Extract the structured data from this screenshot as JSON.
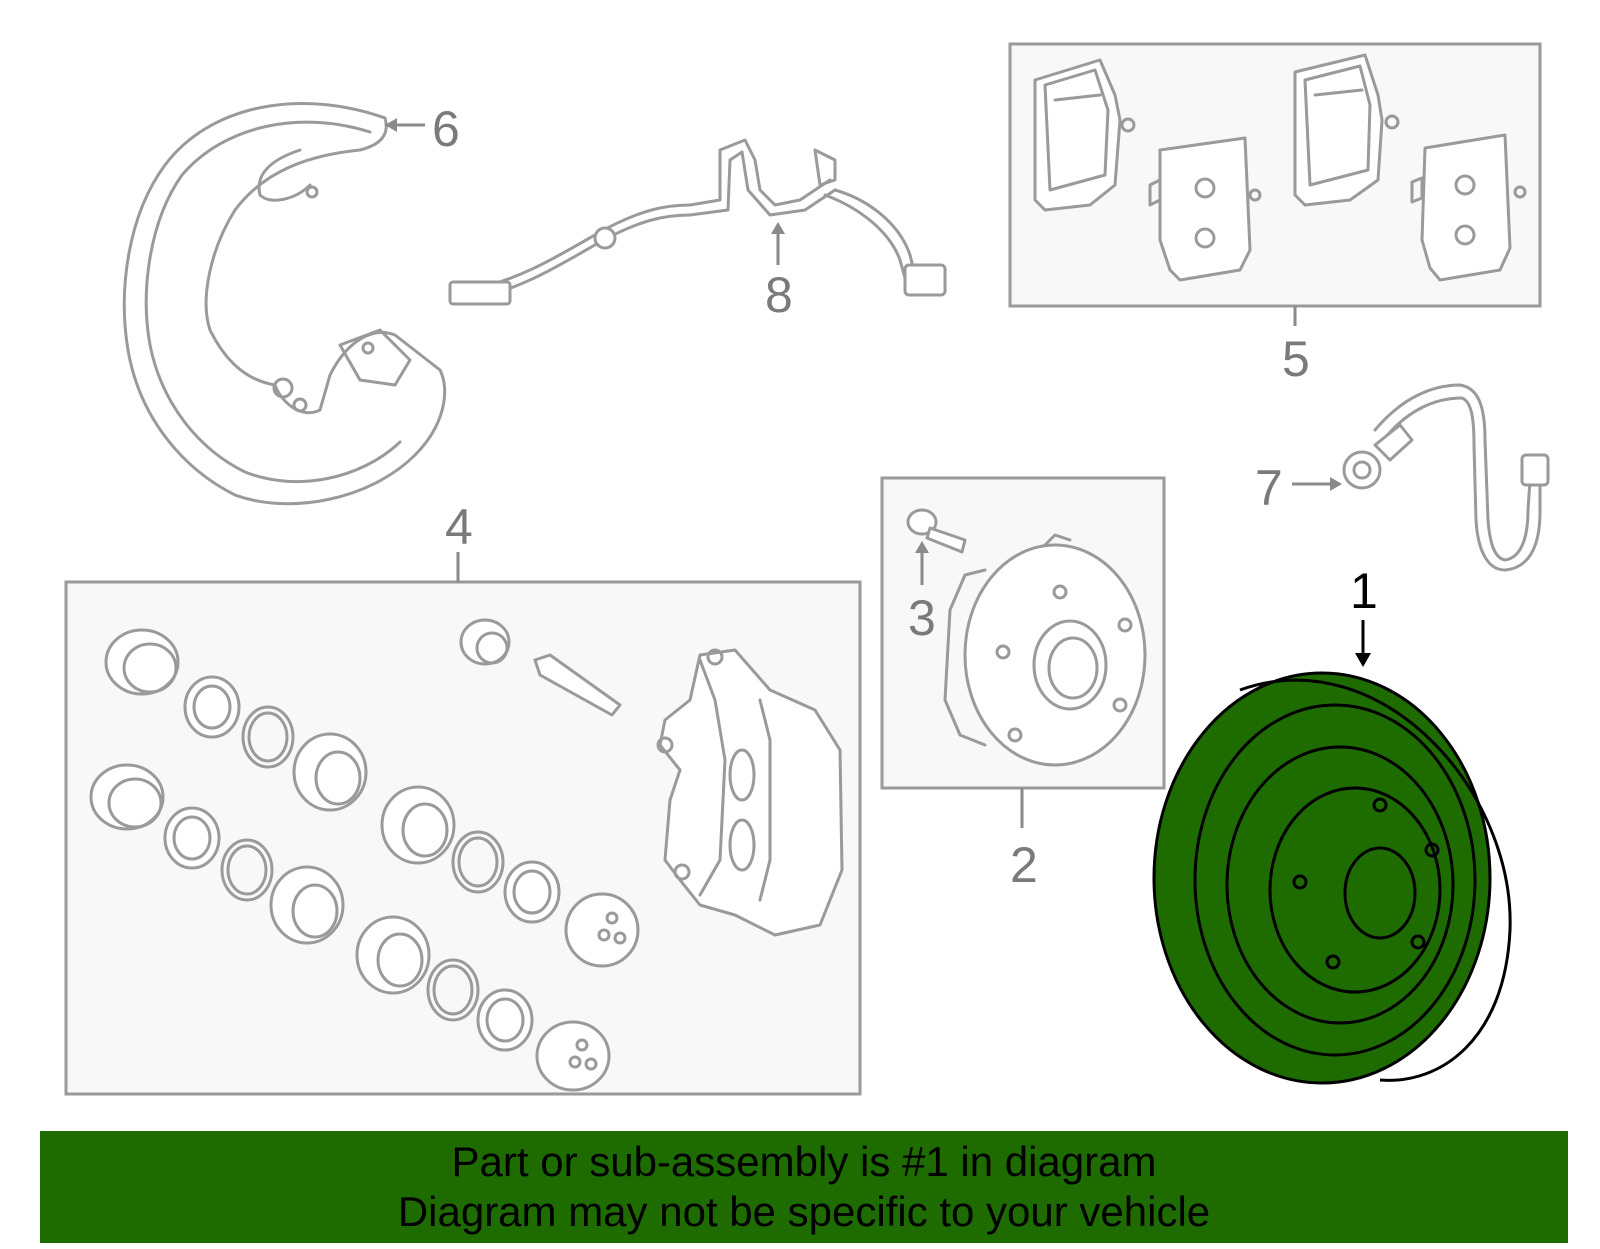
{
  "colors": {
    "highlight": "#1e6b00",
    "line": "#9a9a9a",
    "box_fill": "#f8f8f8",
    "banner": "#1e6b00"
  },
  "callouts": {
    "c1": "1",
    "c2": "2",
    "c3": "3",
    "c4": "4",
    "c5": "5",
    "c6": "6",
    "c7": "7",
    "c8": "8"
  },
  "banner": {
    "line1": "Part or sub-assembly is #1 in diagram",
    "line2": "Diagram may not be specific to your vehicle"
  }
}
